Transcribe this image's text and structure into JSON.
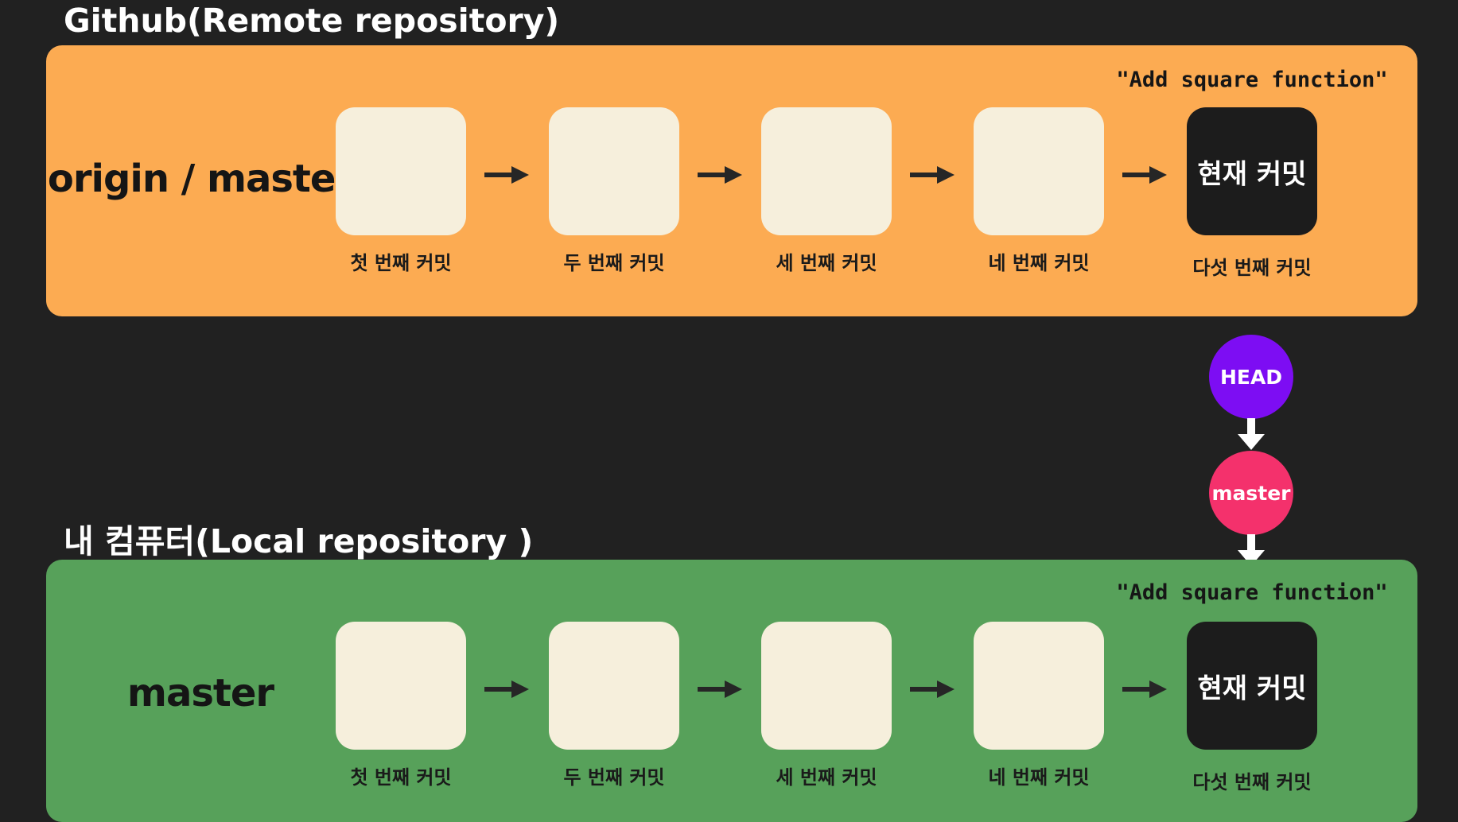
{
  "remote": {
    "title": "Github(Remote repository)",
    "branch": "origin / master",
    "commit_message": "\"Add square function\"",
    "commits": [
      {
        "caption": "첫 번째 커밋",
        "label": ""
      },
      {
        "caption": "두 번째 커밋",
        "label": ""
      },
      {
        "caption": "세 번째 커밋",
        "label": ""
      },
      {
        "caption": "네 번째 커밋",
        "label": ""
      },
      {
        "caption": "다섯 번째 커밋",
        "label": "현재 커밋"
      }
    ]
  },
  "local": {
    "title": "내 컴퓨터(Local repository )",
    "branch": "master",
    "commit_message": "\"Add square function\"",
    "commits": [
      {
        "caption": "첫 번째 커밋",
        "label": ""
      },
      {
        "caption": "두 번째 커밋",
        "label": ""
      },
      {
        "caption": "세 번째 커밋",
        "label": ""
      },
      {
        "caption": "네 번째 커밋",
        "label": ""
      },
      {
        "caption": "다섯 번째 커밋",
        "label": "현재 커밋"
      }
    ]
  },
  "pointers": {
    "head": "HEAD",
    "master": "master"
  },
  "colors": {
    "background": "#212121",
    "remote_panel": "#fcab52",
    "local_panel": "#57a15a",
    "commit_box": "#f6efdc",
    "current_commit": "#1c1c1c",
    "head_pointer": "#7d0df3",
    "master_pointer": "#f4316c"
  },
  "icons": {
    "commit_arrow": "arrow-right-icon",
    "pointer_arrow": "arrow-down-icon"
  }
}
